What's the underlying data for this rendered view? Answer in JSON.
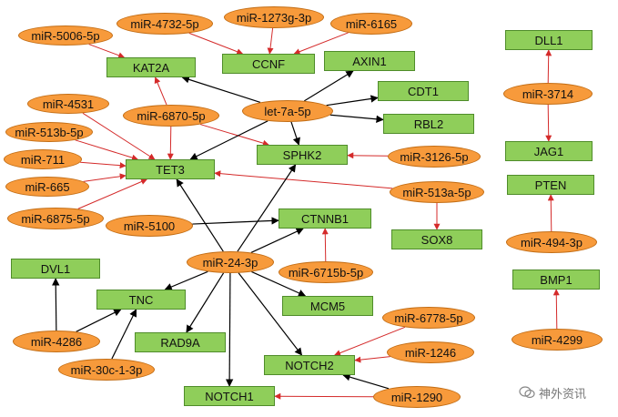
{
  "nodes": {
    "m5006": "miR-5006-5p",
    "m4732": "miR-4732-5p",
    "m1273": "miR-1273g-3p",
    "m6165": "miR-6165",
    "m4531": "miR-4531",
    "m6870": "miR-6870-5p",
    "let7a": "let-7a-5p",
    "m513b": "miR-513b-5p",
    "m711": "miR-711",
    "m665": "miR-665",
    "m6875": "miR-6875-5p",
    "m5100": "miR-5100",
    "m3126": "miR-3126-5p",
    "m513a": "miR-513a-5p",
    "m24": "miR-24-3p",
    "m6715": "miR-6715b-5p",
    "m6778": "miR-6778-5p",
    "m1246": "miR-1246",
    "m1290": "miR-1290",
    "m4286": "miR-4286",
    "m30c": "miR-30c-1-3p",
    "m3714": "miR-3714",
    "m494": "miR-494-3p",
    "m4299": "miR-4299",
    "KAT2A": "KAT2A",
    "CCNF": "CCNF",
    "AXIN1": "AXIN1",
    "CDT1": "CDT1",
    "RBL2": "RBL2",
    "SPHK2": "SPHK2",
    "TET3": "TET3",
    "CTNNB1": "CTNNB1",
    "SOX8": "SOX8",
    "DVL1": "DVL1",
    "TNC": "TNC",
    "MCM5": "MCM5",
    "RAD9A": "RAD9A",
    "NOTCH2": "NOTCH2",
    "NOTCH1": "NOTCH1",
    "DLL1": "DLL1",
    "JAG1": "JAG1",
    "PTEN": "PTEN",
    "BMP1": "BMP1"
  },
  "edges": [
    {
      "from": "m5006",
      "to": "KAT2A",
      "color": "red"
    },
    {
      "from": "m4732",
      "to": "CCNF",
      "color": "red"
    },
    {
      "from": "m1273",
      "to": "CCNF",
      "color": "red"
    },
    {
      "from": "m6165",
      "to": "CCNF",
      "color": "red"
    },
    {
      "from": "m6870",
      "to": "KAT2A",
      "color": "red"
    },
    {
      "from": "m6870",
      "to": "TET3",
      "color": "red"
    },
    {
      "from": "m6870",
      "to": "SPHK2",
      "color": "red"
    },
    {
      "from": "m4531",
      "to": "TET3",
      "color": "red"
    },
    {
      "from": "m513b",
      "to": "TET3",
      "color": "red"
    },
    {
      "from": "m711",
      "to": "TET3",
      "color": "red"
    },
    {
      "from": "m665",
      "to": "TET3",
      "color": "red"
    },
    {
      "from": "m6875",
      "to": "TET3",
      "color": "red"
    },
    {
      "from": "m3126",
      "to": "SPHK2",
      "color": "red"
    },
    {
      "from": "m513a",
      "to": "TET3",
      "color": "red"
    },
    {
      "from": "m513a",
      "to": "SOX8",
      "color": "red"
    },
    {
      "from": "m6715",
      "to": "CTNNB1",
      "color": "red"
    },
    {
      "from": "m6778",
      "to": "NOTCH2",
      "color": "red"
    },
    {
      "from": "m1246",
      "to": "NOTCH2",
      "color": "red"
    },
    {
      "from": "m1290",
      "to": "NOTCH1",
      "color": "red"
    },
    {
      "from": "m3714",
      "to": "DLL1",
      "color": "red"
    },
    {
      "from": "m3714",
      "to": "JAG1",
      "color": "red"
    },
    {
      "from": "m494",
      "to": "PTEN",
      "color": "red"
    },
    {
      "from": "m4299",
      "to": "BMP1",
      "color": "red"
    },
    {
      "from": "let7a",
      "to": "KAT2A",
      "color": "black"
    },
    {
      "from": "let7a",
      "to": "AXIN1",
      "color": "black"
    },
    {
      "from": "let7a",
      "to": "CDT1",
      "color": "black"
    },
    {
      "from": "let7a",
      "to": "RBL2",
      "color": "black"
    },
    {
      "from": "let7a",
      "to": "TET3",
      "color": "black"
    },
    {
      "from": "let7a",
      "to": "SPHK2",
      "color": "black"
    },
    {
      "from": "m5100",
      "to": "CTNNB1",
      "color": "black"
    },
    {
      "from": "m24",
      "to": "TET3",
      "color": "black"
    },
    {
      "from": "m24",
      "to": "SPHK2",
      "color": "black"
    },
    {
      "from": "m24",
      "to": "CTNNB1",
      "color": "black"
    },
    {
      "from": "m24",
      "to": "TNC",
      "color": "black"
    },
    {
      "from": "m24",
      "to": "MCM5",
      "color": "black"
    },
    {
      "from": "m24",
      "to": "RAD9A",
      "color": "black"
    },
    {
      "from": "m24",
      "to": "NOTCH2",
      "color": "black"
    },
    {
      "from": "m24",
      "to": "NOTCH1",
      "color": "black"
    },
    {
      "from": "m4286",
      "to": "DVL1",
      "color": "black"
    },
    {
      "from": "m4286",
      "to": "TNC",
      "color": "black"
    },
    {
      "from": "m30c",
      "to": "TNC",
      "color": "black"
    },
    {
      "from": "m1290",
      "to": "NOTCH2",
      "color": "black"
    }
  ],
  "colors": {
    "red_edge": "#d42a2a",
    "black_edge": "#000000",
    "mirna_fill": "#f79a3b",
    "gene_fill": "#8fce5a"
  },
  "watermark": "神外资讯"
}
